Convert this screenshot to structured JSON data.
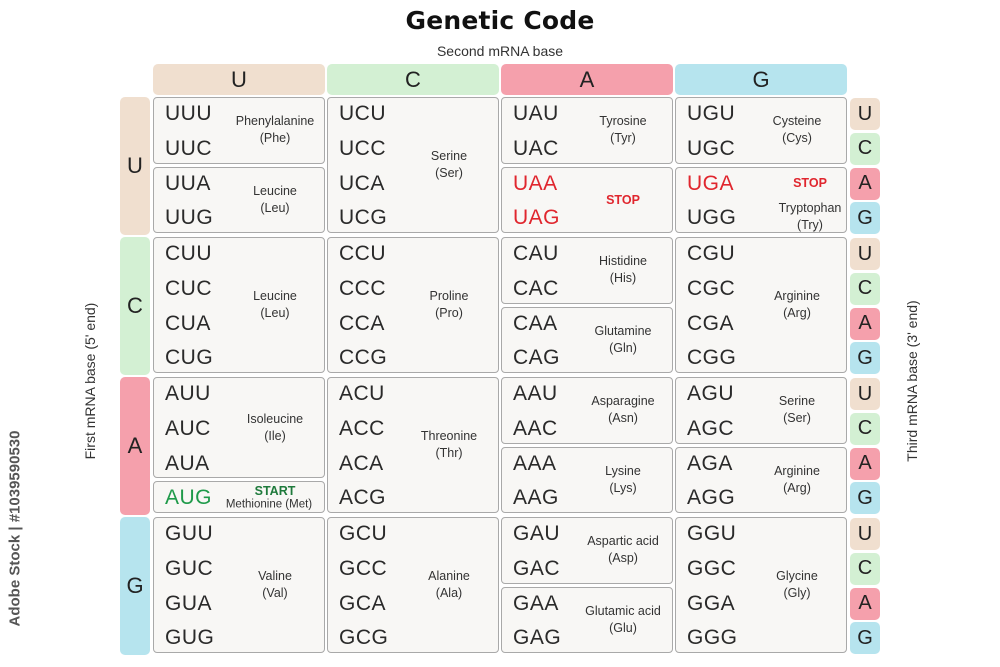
{
  "title": "Genetic Code",
  "subtitle": "Second mRNA base",
  "first_base_label": "First mRNA base (5' end)",
  "third_base_label": "Third mRNA base (3' end)",
  "credit": "Adobe Stock | #1039590530",
  "bases": [
    "U",
    "C",
    "A",
    "G"
  ],
  "third_bases": [
    "U",
    "C",
    "A",
    "G"
  ],
  "colors": {
    "U": "#f0dfcf",
    "C": "#d3f0d3",
    "A": "#f5a0ac",
    "G": "#b6e4ee"
  },
  "stop_label": "STOP",
  "start_label": "START",
  "groups": [
    {
      "codons": [
        "UUU",
        "UUC"
      ],
      "amino_acid": "Phenylalanine",
      "abbr": "(Phe)"
    },
    {
      "codons": [
        "UUA",
        "UUG"
      ],
      "amino_acid": "Leucine",
      "abbr": "(Leu)"
    },
    {
      "codons": [
        "UCU",
        "UCC",
        "UCA",
        "UCG"
      ],
      "amino_acid": "Serine",
      "abbr": "(Ser)"
    },
    {
      "codons": [
        "UAU",
        "UAC"
      ],
      "amino_acid": "Tyrosine",
      "abbr": "(Tyr)"
    },
    {
      "codons": [
        "UAA",
        "UAG"
      ],
      "amino_acid": "",
      "abbr": "",
      "stop": true
    },
    {
      "codons": [
        "UGU",
        "UGC"
      ],
      "amino_acid": "Cysteine",
      "abbr": "(Cys)"
    },
    {
      "codons": [
        "UGA",
        "UGG"
      ],
      "amino_acid": "Tryptophan",
      "abbr": "(Try)",
      "stop_first": true
    },
    {
      "codons": [
        "CUU",
        "CUC",
        "CUA",
        "CUG"
      ],
      "amino_acid": "Leucine",
      "abbr": "(Leu)"
    },
    {
      "codons": [
        "CCU",
        "CCC",
        "CCA",
        "CCG"
      ],
      "amino_acid": "Proline",
      "abbr": "(Pro)"
    },
    {
      "codons": [
        "CAU",
        "CAC"
      ],
      "amino_acid": "Histidine",
      "abbr": "(His)"
    },
    {
      "codons": [
        "CAA",
        "CAG"
      ],
      "amino_acid": "Glutamine",
      "abbr": "(Gln)"
    },
    {
      "codons": [
        "CGU",
        "CGC",
        "CGA",
        "CGG"
      ],
      "amino_acid": "Arginine",
      "abbr": "(Arg)"
    },
    {
      "codons": [
        "AUU",
        "AUC",
        "AUA"
      ],
      "amino_acid": "Isoleucine",
      "abbr": "(Ile)"
    },
    {
      "codons": [
        "AUG"
      ],
      "amino_acid": "Methionine (Met)",
      "abbr": "",
      "start": true
    },
    {
      "codons": [
        "ACU",
        "ACC",
        "ACA",
        "ACG"
      ],
      "amino_acid": "Threonine",
      "abbr": "(Thr)"
    },
    {
      "codons": [
        "AAU",
        "AAC"
      ],
      "amino_acid": "Asparagine",
      "abbr": "(Asn)"
    },
    {
      "codons": [
        "AAA",
        "AAG"
      ],
      "amino_acid": "Lysine",
      "abbr": "(Lys)"
    },
    {
      "codons": [
        "AGU",
        "AGC"
      ],
      "amino_acid": "Serine",
      "abbr": "(Ser)"
    },
    {
      "codons": [
        "AGA",
        "AGG"
      ],
      "amino_acid": "Arginine",
      "abbr": "(Arg)"
    },
    {
      "codons": [
        "GUU",
        "GUC",
        "GUA",
        "GUG"
      ],
      "amino_acid": "Valine",
      "abbr": "(Val)"
    },
    {
      "codons": [
        "GCU",
        "GCC",
        "GCA",
        "GCG"
      ],
      "amino_acid": "Alanine",
      "abbr": "(Ala)"
    },
    {
      "codons": [
        "GAU",
        "GAC"
      ],
      "amino_acid": "Aspartic acid",
      "abbr": "(Asp)"
    },
    {
      "codons": [
        "GAA",
        "GAG"
      ],
      "amino_acid": "Glutamic acid",
      "abbr": "(Glu)"
    },
    {
      "codons": [
        "GGU",
        "GGC",
        "GGA",
        "GGG"
      ],
      "amino_acid": "Glycine",
      "abbr": "(Gly)"
    }
  ]
}
